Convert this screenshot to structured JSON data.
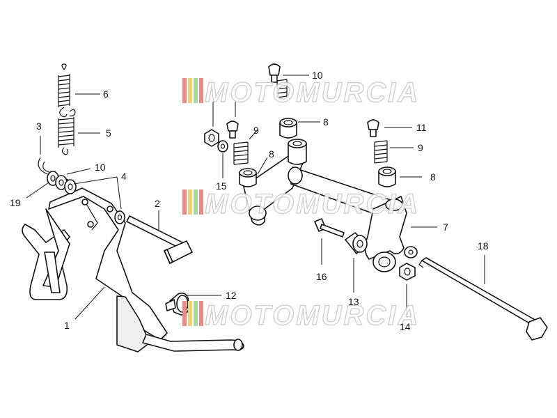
{
  "diagram": {
    "labels": [
      {
        "id": "1",
        "text": "1"
      },
      {
        "id": "2",
        "text": "2"
      },
      {
        "id": "3",
        "text": "3"
      },
      {
        "id": "4",
        "text": "4"
      },
      {
        "id": "5",
        "text": "5"
      },
      {
        "id": "6",
        "text": "6"
      },
      {
        "id": "7",
        "text": "7"
      },
      {
        "id": "8a",
        "text": "8"
      },
      {
        "id": "8b",
        "text": "8"
      },
      {
        "id": "8c",
        "text": "8"
      },
      {
        "id": "9a",
        "text": "9"
      },
      {
        "id": "9b",
        "text": "9"
      },
      {
        "id": "10a",
        "text": "10"
      },
      {
        "id": "10b",
        "text": "10"
      },
      {
        "id": "11",
        "text": "11"
      },
      {
        "id": "12",
        "text": "12"
      },
      {
        "id": "13",
        "text": "13"
      },
      {
        "id": "14",
        "text": "14"
      },
      {
        "id": "15",
        "text": "15"
      },
      {
        "id": "16",
        "text": "16"
      },
      {
        "id": "18",
        "text": "18"
      },
      {
        "id": "19",
        "text": "19"
      }
    ]
  },
  "watermark": {
    "text": "MOTOMURCIA",
    "stripe_colors": [
      "#e98a8a",
      "#f0d070",
      "#a9d79a"
    ]
  }
}
